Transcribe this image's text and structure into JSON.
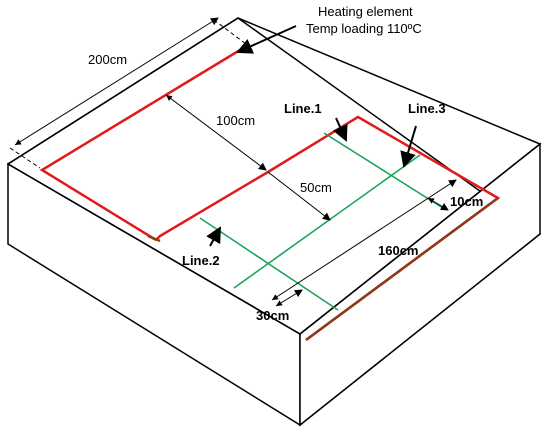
{
  "title_line1": "Heating element",
  "title_line2": "Temp loading 110ºC",
  "dimensions": {
    "width": "200cm",
    "gap_100": "100cm",
    "gap_50": "50cm",
    "gap_10": "10cm",
    "length_160": "160cm",
    "gap_30": "30cm"
  },
  "lines": {
    "line1": "Line.1",
    "line2": "Line.2",
    "line3": "Line.3"
  },
  "colors": {
    "heater": "#e31a1c",
    "heater_dark": "#8b3a1a",
    "sensor": "#1aa55a",
    "outline": "#000000"
  }
}
